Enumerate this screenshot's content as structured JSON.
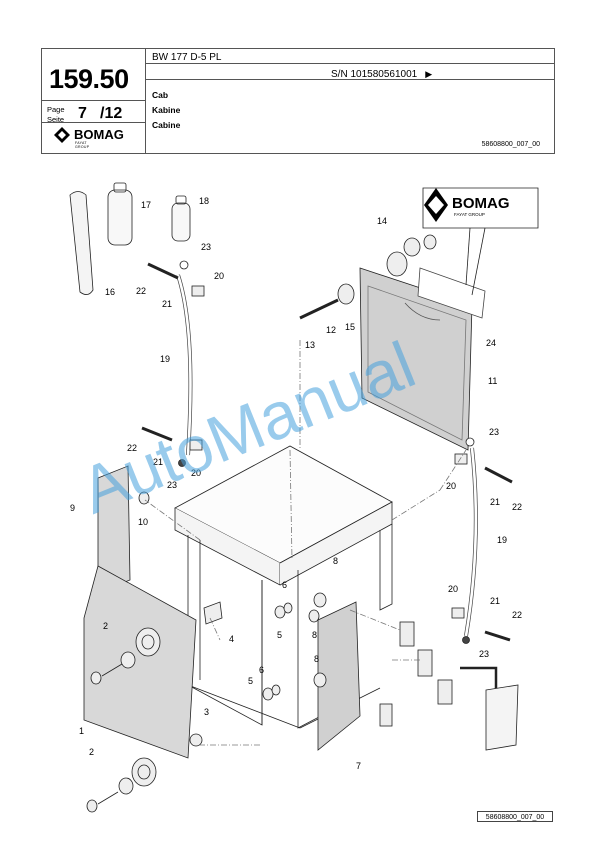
{
  "header": {
    "model": "BW 177 D-5 PL",
    "serial": "S/N 101580561001",
    "serial_arrow": "▶",
    "page_number": "159.50",
    "page_label_1": "Page",
    "page_label_2": "Seite",
    "page_current": "7",
    "page_total": "/12",
    "brand_name": "BOMAG",
    "brand_sub": "FAYAT GROUP",
    "titles": [
      "Cab",
      "Kabine",
      "Cabine"
    ],
    "doc_ref": "58608800_007_00"
  },
  "diagram": {
    "callouts": [
      "17",
      "18",
      "23",
      "20",
      "16",
      "22",
      "21",
      "14",
      "12",
      "15",
      "13",
      "24",
      "11",
      "19",
      "22",
      "21",
      "20",
      "23",
      "23",
      "20",
      "21",
      "22",
      "9",
      "10",
      "6",
      "8",
      "5",
      "8",
      "4",
      "2",
      "6",
      "8",
      "5",
      "3",
      "1",
      "2",
      "7",
      "19",
      "20",
      "21",
      "22",
      "23"
    ],
    "sticker_brand": "BOMAG",
    "sticker_sub": "FAYAT GROUP"
  },
  "watermark": "AutoManual",
  "footer": {
    "doc_ref": "58608800_007_00"
  }
}
